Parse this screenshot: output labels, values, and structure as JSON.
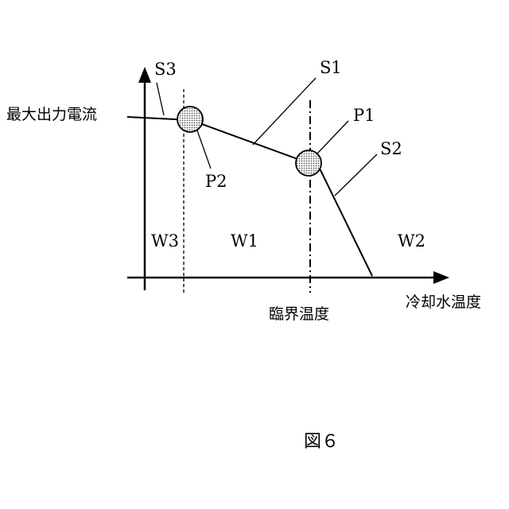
{
  "diagram": {
    "y_axis_label": "最大出力電流",
    "x_axis_label": "冷却水温度",
    "critical_temp_label": "臨界温度",
    "segments": {
      "s1": "S1",
      "s2": "S2",
      "s3": "S3"
    },
    "points": {
      "p1": "P1",
      "p2": "P2"
    },
    "regions": {
      "w1": "W1",
      "w2": "W2",
      "w3": "W3"
    },
    "caption": "図６"
  },
  "colors": {
    "line": "#000000",
    "point_fill": "#cccccc"
  }
}
